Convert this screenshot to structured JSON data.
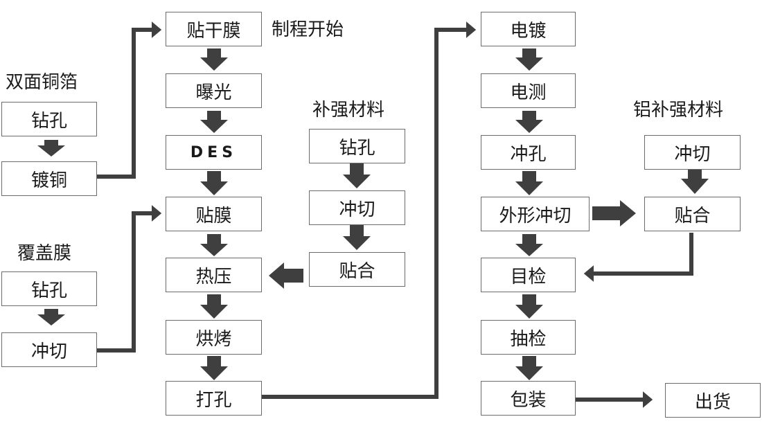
{
  "labels": {
    "double_side_copper": "双面铜箔",
    "coverlay": "覆盖膜",
    "process_start": "制程开始",
    "stiffener_material": "补强材料",
    "al_stiffener_material": "铝补强材料"
  },
  "left_top": {
    "drill": "钻孔",
    "copper_plating": "镀铜"
  },
  "left_bottom": {
    "drill": "钻孔",
    "punch_cut": "冲切"
  },
  "col1": {
    "dry_film": "贴干膜",
    "exposure": "曝光",
    "des": "DES",
    "film_lamination": "贴膜",
    "hot_press": "热压",
    "baking": "烘烤",
    "hole_punch": "打孔"
  },
  "stiffener": {
    "drill": "钻孔",
    "punch_cut": "冲切",
    "lamination": "贴合"
  },
  "col2": {
    "plating": "电镀",
    "electrical_test": "电测",
    "punch_hole": "冲孔",
    "outline_cut": "外形冲切",
    "visual_inspection": "目检",
    "sampling_inspection": "抽检",
    "packaging": "包装"
  },
  "al_stiffener": {
    "punch_cut": "冲切",
    "lamination": "贴合"
  },
  "shipment": "出货",
  "colors": {
    "arrow": "#3f3f3f",
    "border": "#6a6a6a"
  }
}
